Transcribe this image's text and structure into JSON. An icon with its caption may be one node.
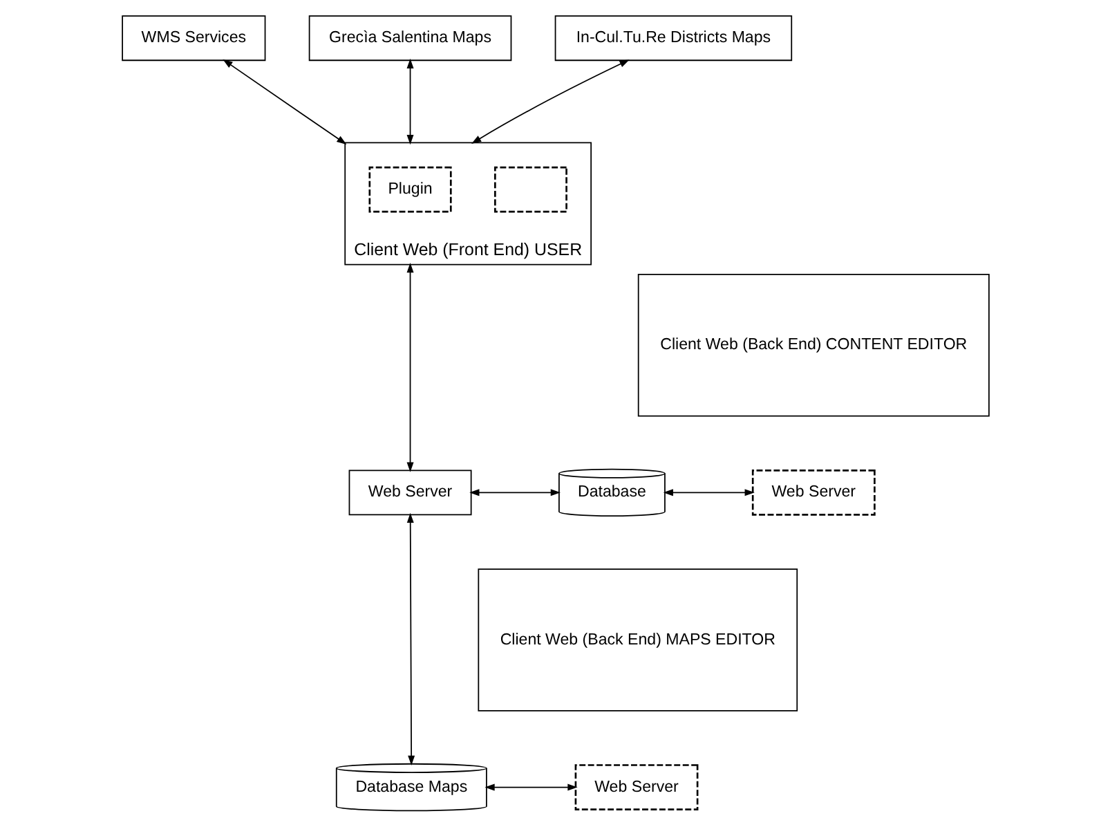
{
  "diagram": {
    "nodes": [
      {
        "text": [
          "WMS Services"
        ]
      },
      {
        "text": [
          "Grecìa Salentina Maps"
        ]
      },
      {
        "text": [
          "In-Cul.Tu.Re Districts Maps"
        ]
      },
      {
        "text": [
          "Client Web (Front End) USER"
        ]
      },
      {
        "text": [],
        "shape": "box",
        "in": 3
      },
      {
        "text": [
          "Plugin"
        ],
        "in": 3
      },
      {
        "text": [
          "Database Maps"
        ]
      },
      {
        "text": [
          "Client Web (Back End) MAPS EDITOR"
        ]
      },
      {
        "text": [
          "Web Server"
        ]
      },
      {
        "text": [
          "Web Server"
        ]
      },
      {
        "text": [
          "Database"
        ]
      },
      {
        "text": [
          "Client Web (Back End) CONTENT EDITOR"
        ]
      },
      {
        "text": [
          "Web Server"
        ]
      }
    ],
    "edges": [
      {
        "from": 0,
        "to": 3,
        "arrow": "both"
      },
      {
        "from": 1,
        "to": 3,
        "arrow": "both"
      },
      {
        "from": 2,
        "to": 3,
        "arrow": "both"
      },
      {
        "from": 6,
        "to": 8,
        "arrow": "both"
      },
      {
        "from": 3,
        "to": 9,
        "arrow": "both"
      },
      {
        "from": 9,
        "to": 6,
        "arrow": "both"
      },
      {
        "from": 9,
        "to": 10,
        "arrow": "both"
      },
      {
        "from": 10,
        "to": 12,
        "arrow": "both"
      }
    ]
  }
}
